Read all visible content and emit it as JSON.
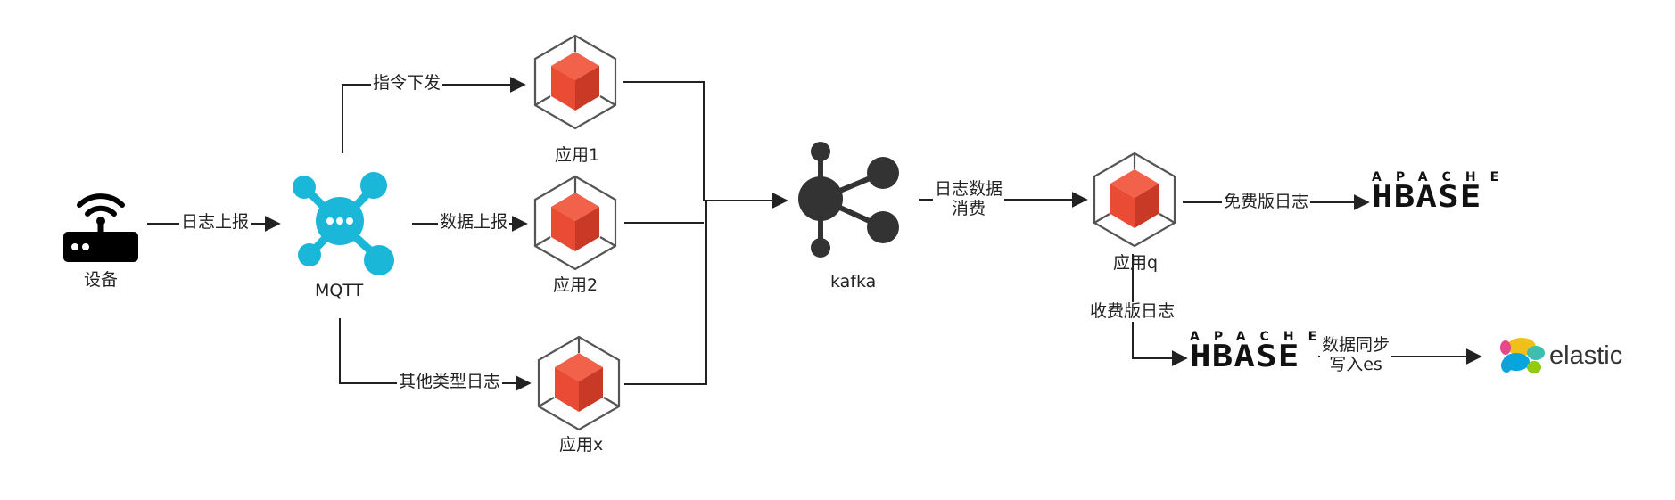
{
  "nodes": {
    "device": "设备",
    "mqtt": "MQTT",
    "app1": "应用1",
    "app2": "应用2",
    "appx": "应用x",
    "kafka": "kafka",
    "appq": "应用q",
    "hbase_top": "APACHE",
    "hbase_bottom": "HBASE",
    "elastic": "elastic"
  },
  "edges": {
    "device_to_mqtt": "日志上报",
    "mqtt_to_app1": "指令下发",
    "mqtt_to_app2": "数据上报",
    "mqtt_to_appx": "其他类型日志",
    "kafka_to_appq_line1": "日志数据",
    "kafka_to_appq_line2": "消费",
    "appq_to_hbase_free": "免费版日志",
    "appq_to_hbase_paid": "收费版日志",
    "hbase_to_es_line1": "数据同步",
    "hbase_to_es_line2": "写入es"
  },
  "colors": {
    "app_cube": "#e94b35",
    "mqtt": "#1ab7d9",
    "line": "#222222"
  }
}
